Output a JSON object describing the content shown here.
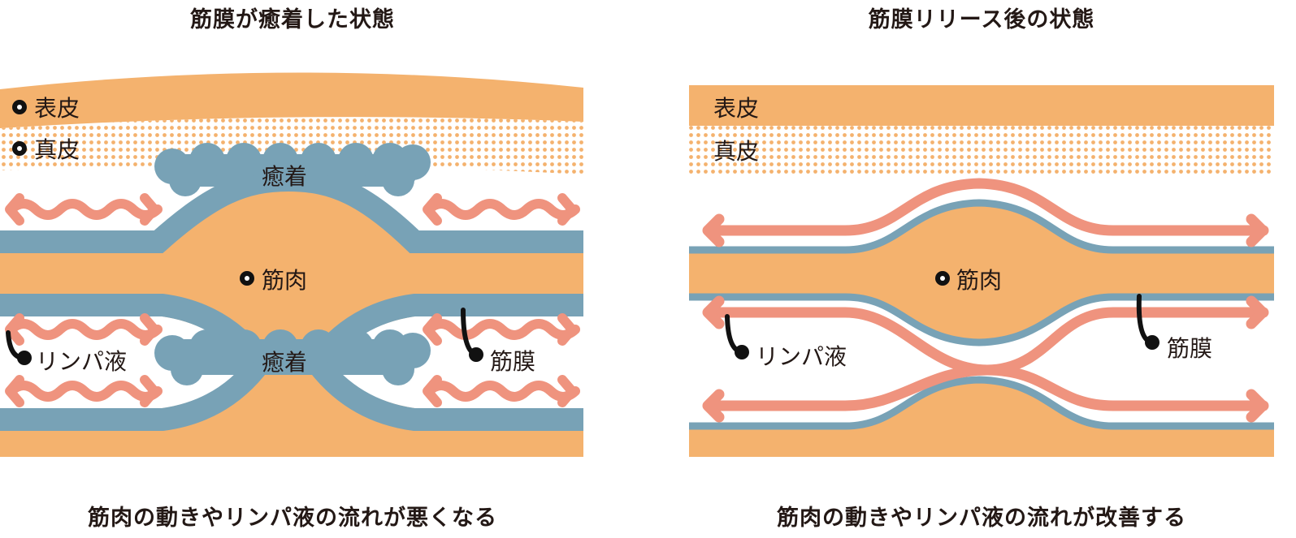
{
  "colors": {
    "skin": "#F4B26E",
    "fascia": "#78A2B6",
    "lymph": "#EF937E",
    "text": "#231815"
  },
  "left": {
    "title": "筋膜が癒着した状態",
    "epidermis": "表皮",
    "dermis": "真皮",
    "adhesion_top": "癒着",
    "adhesion_bottom": "癒着",
    "muscle": "筋肉",
    "lymph": "リンパ液",
    "fascia": "筋膜",
    "caption": "筋肉の動きやリンパ液の流れが悪くなる"
  },
  "right": {
    "title": "筋膜リリース後の状態",
    "epidermis": "表皮",
    "dermis": "真皮",
    "muscle": "筋肉",
    "lymph": "リンパ液",
    "fascia": "筋膜",
    "caption": "筋肉の動きやリンパ液の流れが改善する"
  }
}
